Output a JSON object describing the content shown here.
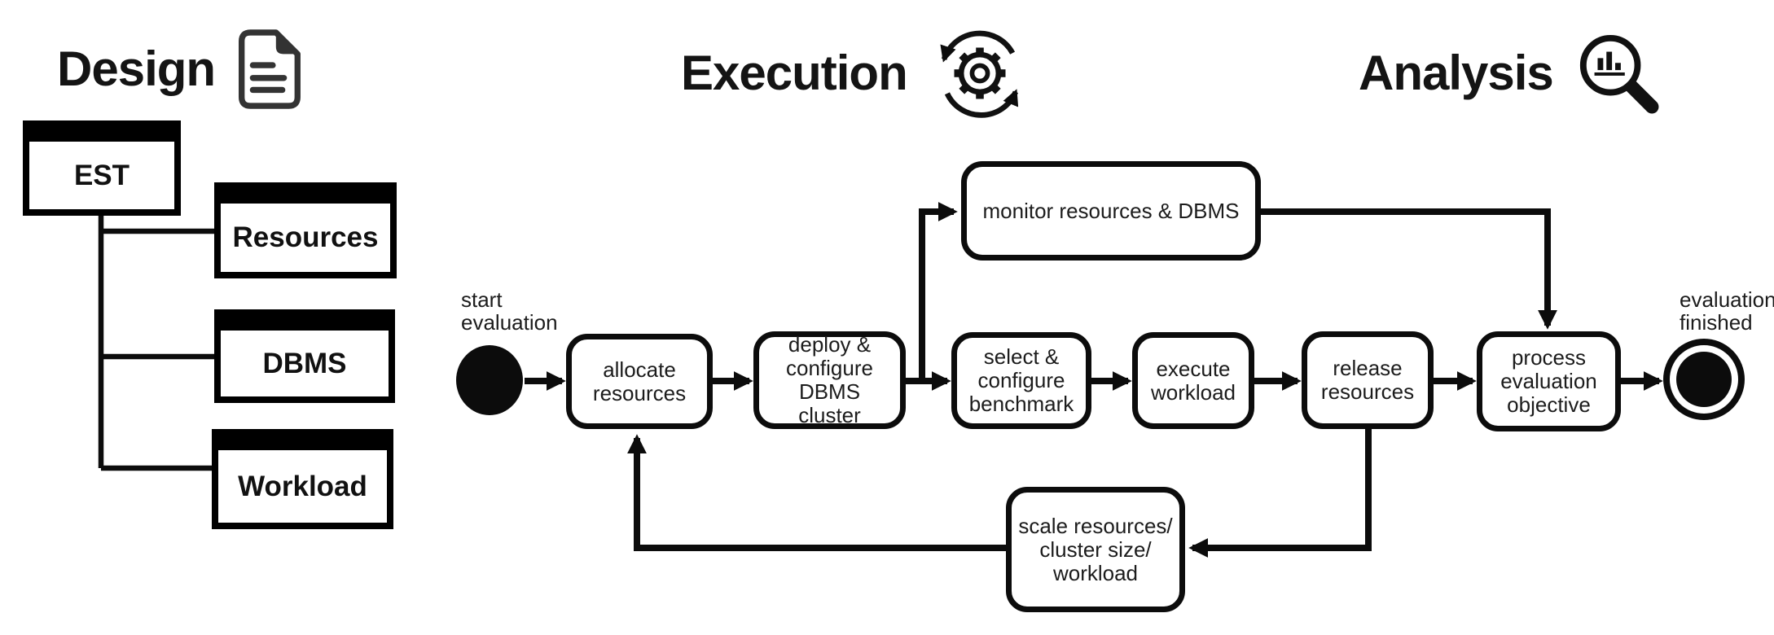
{
  "sections": {
    "design": {
      "title": "Design",
      "icon": "document-icon"
    },
    "execution": {
      "title": "Execution",
      "icon": "gear-sync-icon"
    },
    "analysis": {
      "title": "Analysis",
      "icon": "magnifier-chart-icon"
    }
  },
  "design_model": {
    "root": {
      "label": "EST"
    },
    "children": [
      {
        "label": "Resources"
      },
      {
        "label": "DBMS"
      },
      {
        "label": "Workload"
      }
    ]
  },
  "flow": {
    "start_label": "start\nevaluation",
    "end_label": "evaluation\nfinished",
    "steps": [
      {
        "id": "allocate",
        "label": "allocate\nresources"
      },
      {
        "id": "deploy",
        "label": "deploy &\nconfigure\nDBMS\ncluster"
      },
      {
        "id": "select",
        "label": "select &\nconfigure\nbenchmark"
      },
      {
        "id": "execute",
        "label": "execute\nworkload"
      },
      {
        "id": "release",
        "label": "release\nresources"
      },
      {
        "id": "process",
        "label": "process\nevaluation\nobjective"
      }
    ],
    "monitor_label": "monitor resources & DBMS",
    "scale_label": "scale resources/\ncluster size/\nworkload"
  },
  "colors": {
    "ink": "#111111",
    "paper": "#ffffff"
  }
}
